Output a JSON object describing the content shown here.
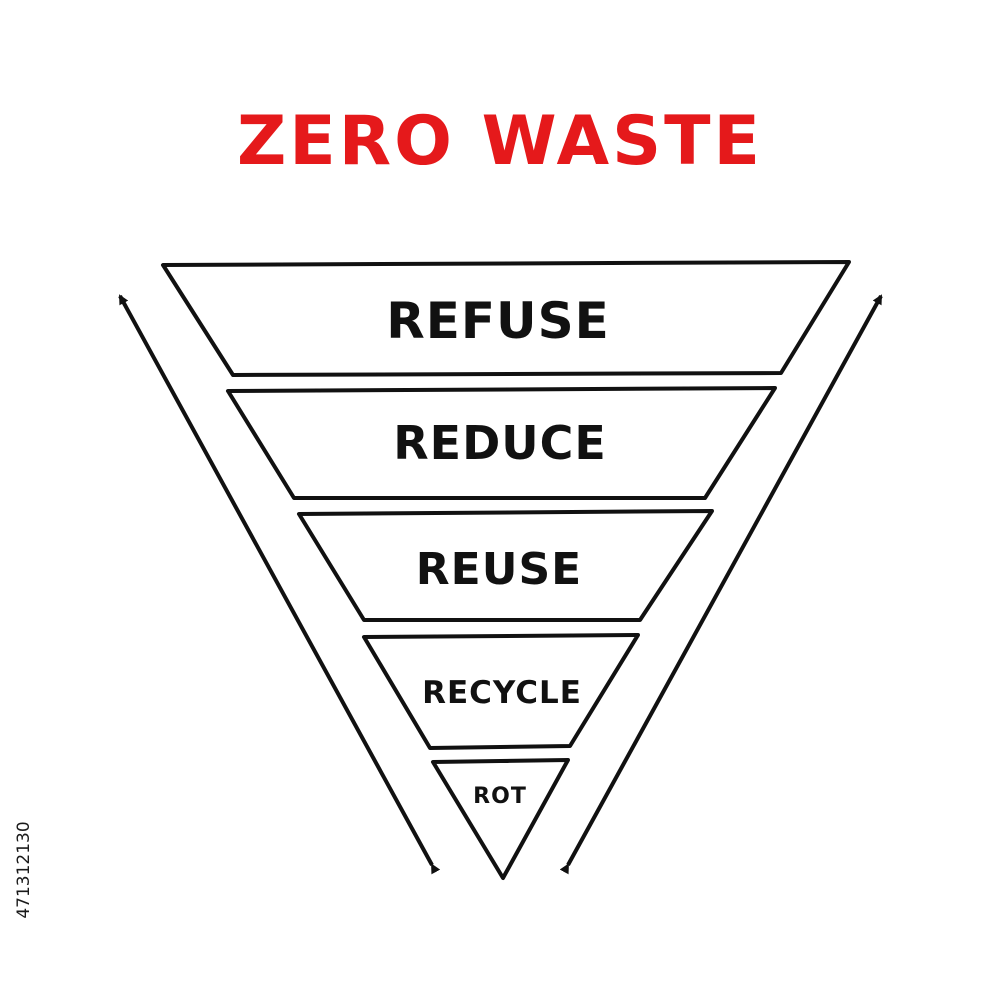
{
  "title": "ZERO WASTE",
  "colors": {
    "title": "#e5191b",
    "ink": "#111111",
    "background": "#ffffff"
  },
  "levels": [
    {
      "label": "REFUSE"
    },
    {
      "label": "REDUCE"
    },
    {
      "label": "REUSE"
    },
    {
      "label": "RECYCLE"
    },
    {
      "label": "ROT"
    }
  ],
  "stock_id": "471312130"
}
